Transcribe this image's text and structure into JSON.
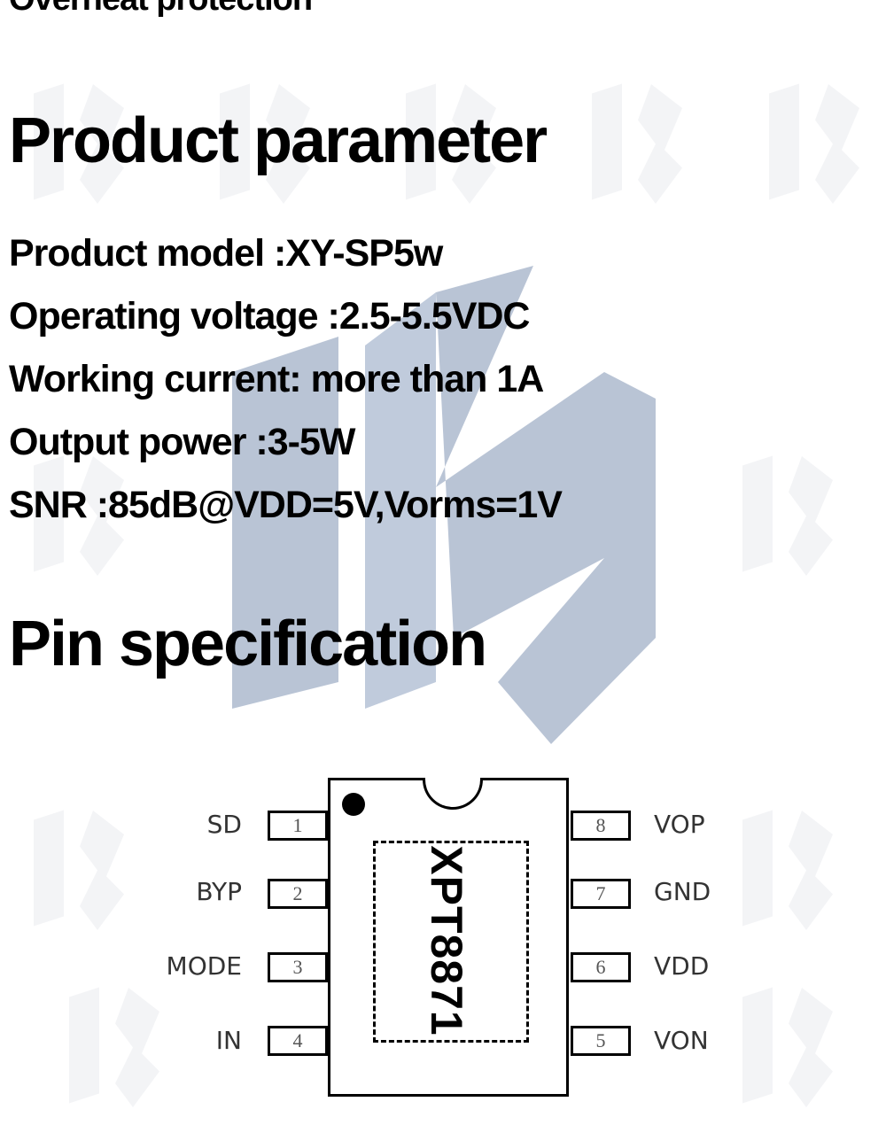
{
  "page": {
    "cut_line": "Overheat protection",
    "heading_param": "Product parameter",
    "params": [
      "Product model :XY-SP5w",
      "Operating voltage :2.5-5.5VDC",
      "Working current: more than 1A",
      "Output power :3-5W",
      "SNR :85dB@VDD=5V,Vorms=1V"
    ],
    "heading_pin": "Pin specification"
  },
  "chip": {
    "name": "XPT8871",
    "left_pins": [
      {
        "num": "1",
        "label": "SD"
      },
      {
        "num": "2",
        "label": "BYP"
      },
      {
        "num": "3",
        "label": "MODE"
      },
      {
        "num": "4",
        "label": "IN"
      }
    ],
    "right_pins": [
      {
        "num": "8",
        "label": "VOP"
      },
      {
        "num": "7",
        "label": "GND"
      },
      {
        "num": "6",
        "label": "VDD"
      },
      {
        "num": "5",
        "label": "VON"
      }
    ]
  },
  "colors": {
    "watermark": "#2a3d6a",
    "text": "#000000"
  }
}
